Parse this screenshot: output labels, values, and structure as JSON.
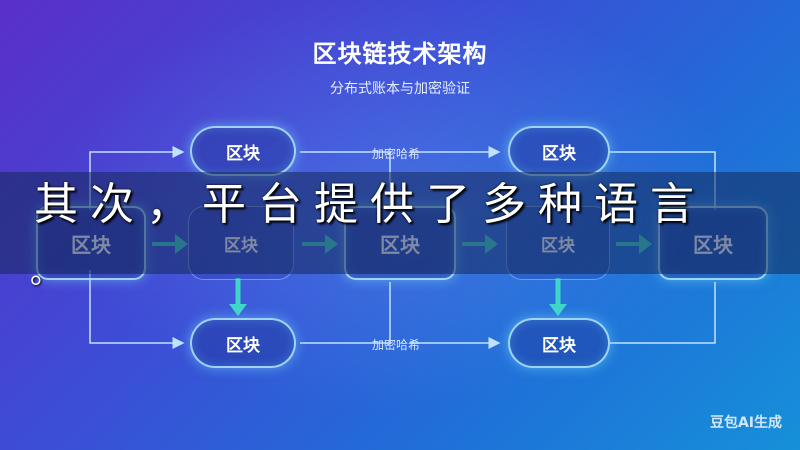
{
  "diagram": {
    "title": "区块链技术架构",
    "subtitle": "分布式账本与加密验证",
    "block_label": "区块",
    "encryption_label": "加密哈希"
  },
  "overlay": {
    "line1": "其次，平台提供了多种语言",
    "line2": "。"
  },
  "watermark": "豆包AI生成",
  "colors": {
    "bg_start": "#5a2fc9",
    "bg_end": "#1690d8",
    "glow": "#7fdcff",
    "arrow": "#3fd6c8"
  }
}
